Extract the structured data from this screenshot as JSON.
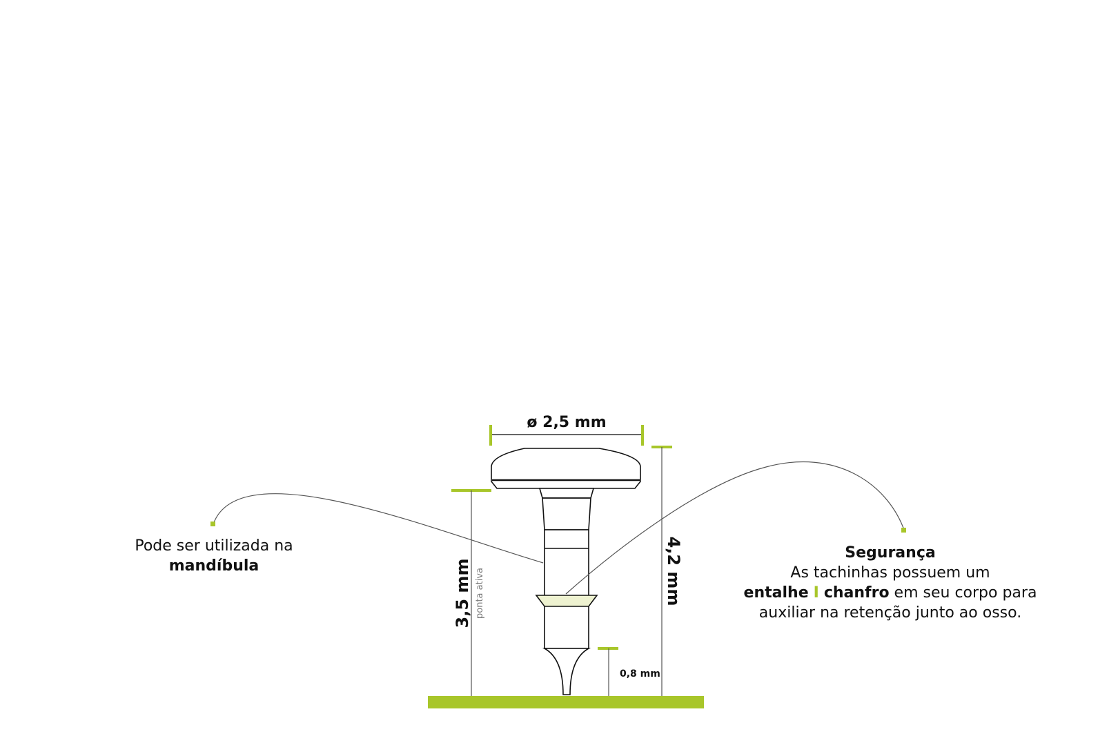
{
  "colors": {
    "accent": "#a8c62a",
    "chamfer_fill": "#eef2d0",
    "line": "#111111",
    "thin_line": "#555555"
  },
  "dimensions": {
    "head_diameter": "ø 2,5 mm",
    "active_tip_length": "3,5 mm",
    "active_tip_note": "ponta ativa",
    "total_length": "4,2 mm",
    "tip_length": "0,8 mm"
  },
  "left_callout": {
    "line1": "Pode ser utilizada na",
    "line2": "mandíbula"
  },
  "right_callout": {
    "title": "Segurança",
    "line1": "As tachinhas possuem um",
    "line2_bold_a": "entalhe",
    "separator": "I",
    "line2_bold_b": "chanfro",
    "line2_rest": " em seu corpo para",
    "line3": "auxiliar na retenção junto ao osso."
  }
}
